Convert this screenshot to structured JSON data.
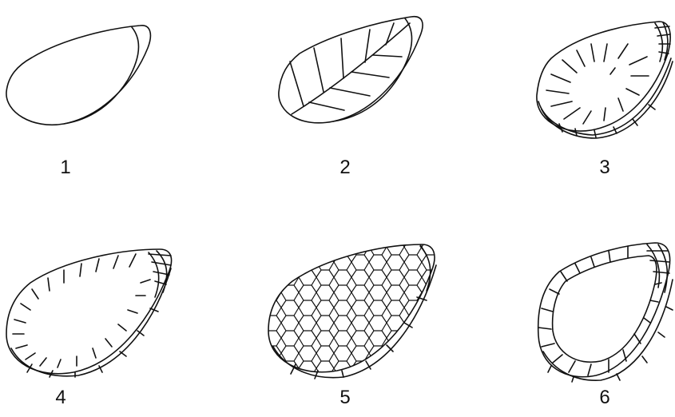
{
  "figure": {
    "panels": [
      {
        "label": "1",
        "venation": "none"
      },
      {
        "label": "2",
        "venation": "pinnate"
      },
      {
        "label": "3",
        "venation": "radial-marginal"
      },
      {
        "label": "4",
        "venation": "marginal-with-border-reticulum"
      },
      {
        "label": "5",
        "venation": "reticulate"
      },
      {
        "label": "6",
        "venation": "marginal-reticulate-border"
      }
    ]
  }
}
